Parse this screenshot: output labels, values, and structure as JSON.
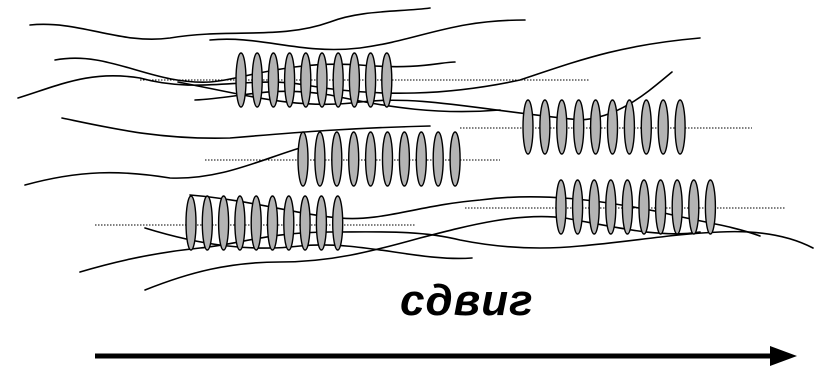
{
  "diagram": {
    "label": "сдвиг",
    "colors": {
      "line": "#000000",
      "ellipse_fill": "#b3b3b3",
      "background": "#ffffff"
    },
    "elements": {
      "chains": 12,
      "lamellar_stacks": 5,
      "dotted_guides": 5,
      "arrow_direction": "right"
    }
  }
}
